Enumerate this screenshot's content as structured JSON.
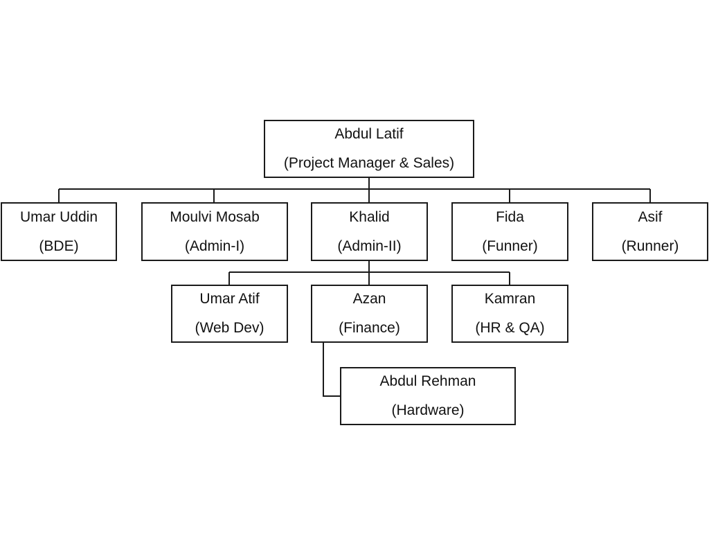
{
  "org_chart": {
    "root": {
      "name": "Abdul Latif",
      "role": "(Project Manager & Sales)"
    },
    "level1": [
      {
        "name": "Umar Uddin",
        "role": "(BDE)"
      },
      {
        "name": "Moulvi Mosab",
        "role": "(Admin-I)"
      },
      {
        "name": "Khalid",
        "role": "(Admin-II)"
      },
      {
        "name": "Fida",
        "role": "(Funner)"
      },
      {
        "name": "Asif",
        "role": "(Runner)"
      }
    ],
    "level2": [
      {
        "name": "Umar Atif",
        "role": "(Web Dev)"
      },
      {
        "name": "Azan",
        "role": "(Finance)"
      },
      {
        "name": "Kamran",
        "role": "(HR & QA)"
      }
    ],
    "level3": [
      {
        "name": "Abdul Rehman",
        "role": "(Hardware)"
      }
    ],
    "colors": {
      "line": "#1a1a1a",
      "box_fill": "#ffffff"
    }
  }
}
